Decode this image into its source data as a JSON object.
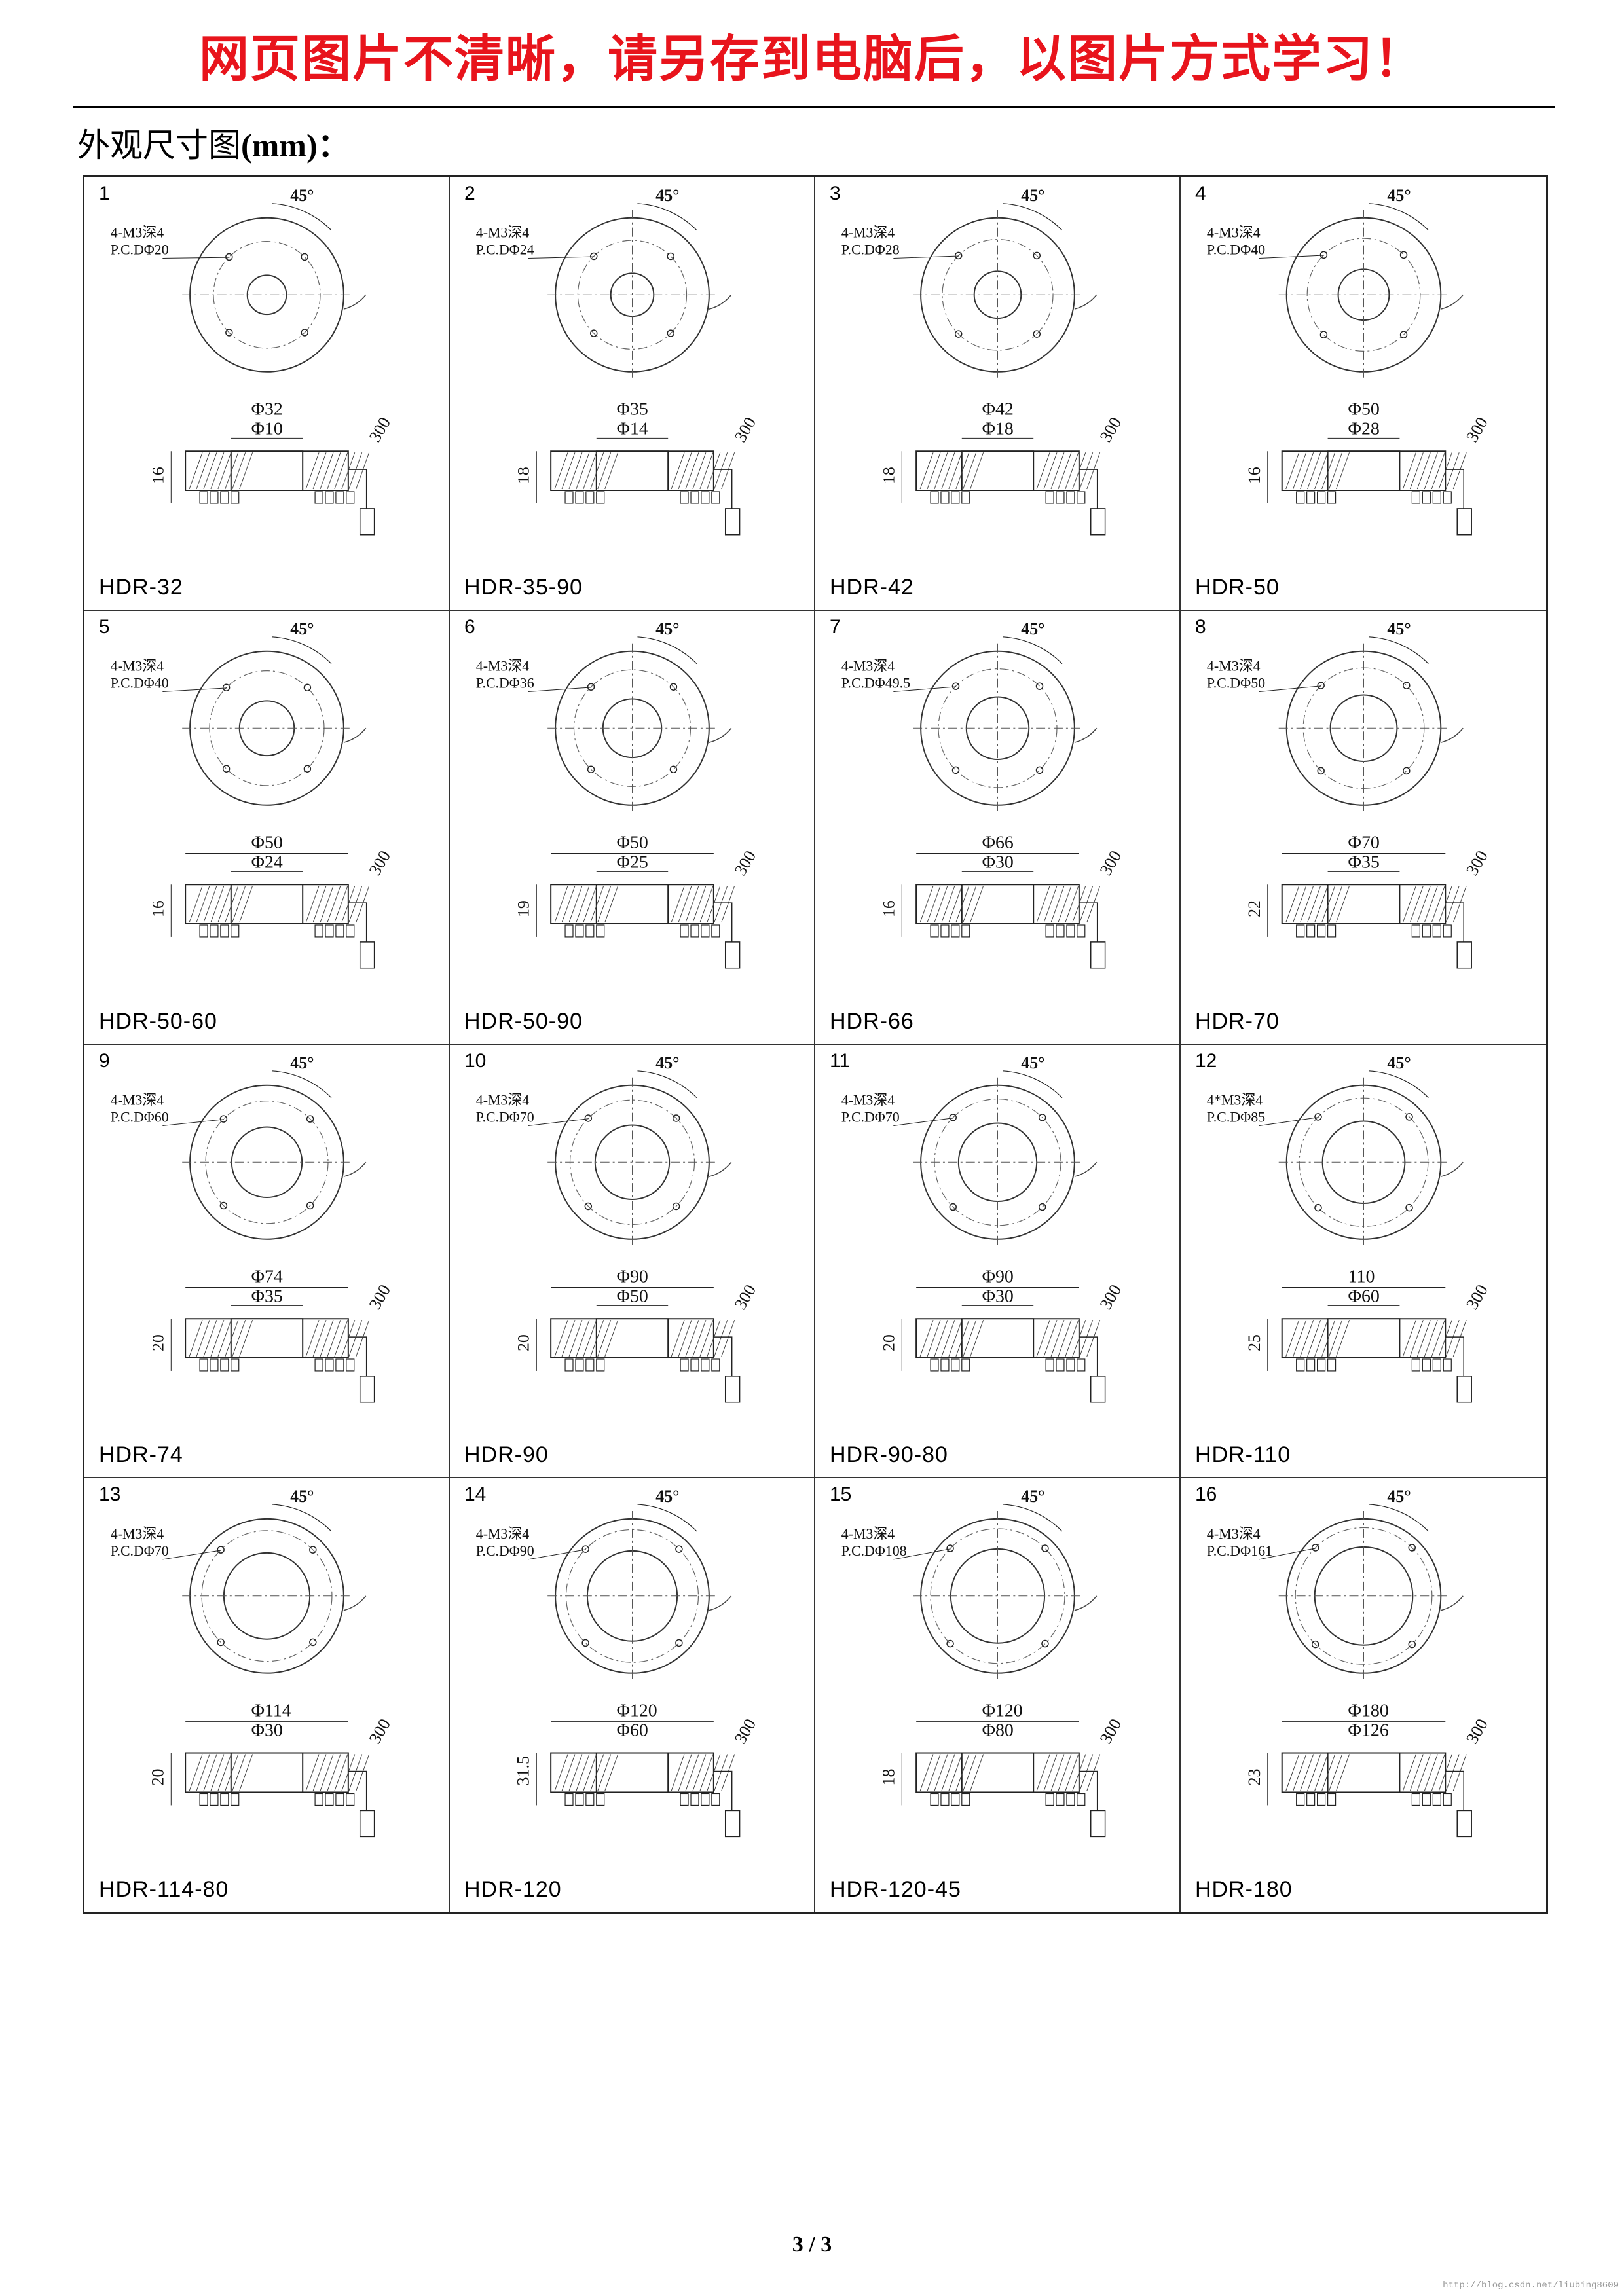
{
  "banner": "网页图片不清晰，请另存到电脑后，以图片方式学习！",
  "section_title": "外观尺寸图",
  "section_unit": "(mm)",
  "section_colon": "：",
  "page_number": "3 / 3",
  "watermark": "http://blog.csdn.net/liubing8609",
  "common": {
    "screw": "4-M3深4",
    "angle": "45°",
    "cable": "300"
  },
  "items": [
    {
      "num": "1",
      "model": "HDR-32",
      "pcd": "P.C.DΦ20",
      "outer": "Φ32",
      "inner": "Φ10",
      "height": "16"
    },
    {
      "num": "2",
      "model": "HDR-35-90",
      "pcd": "P.C.DΦ24",
      "outer": "Φ35",
      "inner": "Φ14",
      "height": "18"
    },
    {
      "num": "3",
      "model": "HDR-42",
      "pcd": "P.C.DΦ28",
      "outer": "Φ42",
      "inner": "Φ18",
      "height": "18"
    },
    {
      "num": "4",
      "model": "HDR-50",
      "pcd": "P.C.DΦ40",
      "outer": "Φ50",
      "inner": "Φ28",
      "height": "16"
    },
    {
      "num": "5",
      "model": "HDR-50-60",
      "pcd": "P.C.DΦ40",
      "outer": "Φ50",
      "inner": "Φ24",
      "height": "16"
    },
    {
      "num": "6",
      "model": "HDR-50-90",
      "pcd": "P.C.DΦ36",
      "outer": "Φ50",
      "inner": "Φ25",
      "height": "19"
    },
    {
      "num": "7",
      "model": "HDR-66",
      "pcd": "P.C.DΦ49.5",
      "outer": "Φ66",
      "inner": "Φ30",
      "height": "16"
    },
    {
      "num": "8",
      "model": "HDR-70",
      "pcd": "P.C.DΦ50",
      "outer": "Φ70",
      "inner": "Φ35",
      "height": "22"
    },
    {
      "num": "9",
      "model": "HDR-74",
      "pcd": "P.C.DΦ60",
      "outer": "Φ74",
      "inner": "Φ35",
      "height": "20"
    },
    {
      "num": "10",
      "model": "HDR-90",
      "pcd": "P.C.DΦ70",
      "outer": "Φ90",
      "inner": "Φ50",
      "height": "20"
    },
    {
      "num": "11",
      "model": "HDR-90-80",
      "pcd": "P.C.DΦ70",
      "outer": "Φ90",
      "inner": "Φ30",
      "height": "20"
    },
    {
      "num": "12",
      "model": "HDR-110",
      "screw": "4*M3深4",
      "pcd": "P.C.DΦ85",
      "outer": "110",
      "inner": "Φ60",
      "height": "25"
    },
    {
      "num": "13",
      "model": "HDR-114-80",
      "pcd": "P.C.DΦ70",
      "outer": "Φ114",
      "inner": "Φ30",
      "height": "20"
    },
    {
      "num": "14",
      "model": "HDR-120",
      "pcd": "P.C.DΦ90",
      "outer": "Φ120",
      "inner": "Φ60",
      "height": "31.5"
    },
    {
      "num": "15",
      "model": "HDR-120-45",
      "pcd": "P.C.DΦ108",
      "outer": "Φ120",
      "inner": "Φ80",
      "height": "18"
    },
    {
      "num": "16",
      "model": "HDR-180",
      "pcd": "P.C.DΦ161",
      "outer": "Φ180",
      "inner": "Φ126",
      "height": "23"
    }
  ]
}
